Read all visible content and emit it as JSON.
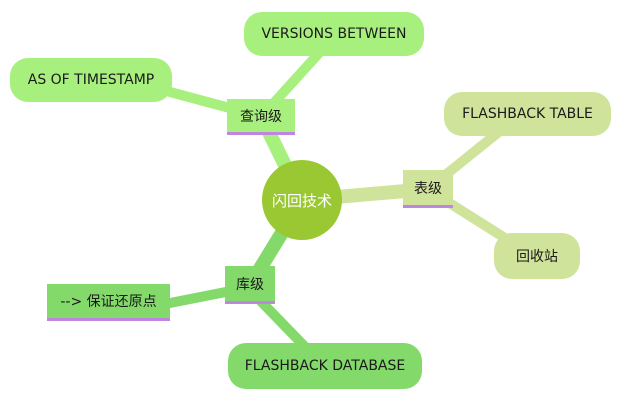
{
  "colors": {
    "center": "#9ac832",
    "query_branch": "#a8f07e",
    "table_branch": "#cfe39a",
    "db_branch": "#84d96b",
    "underline": "#c085e0"
  },
  "mindmap": {
    "root": {
      "label": "闪回技术"
    },
    "query": {
      "label": "查询级",
      "children": [
        "VERSIONS BETWEEN",
        "AS OF TIMESTAMP"
      ]
    },
    "table": {
      "label": "表级",
      "children": [
        "FLASHBACK TABLE",
        "回收站"
      ]
    },
    "database": {
      "label": "库级",
      "children": [
        "--> 保证还原点",
        "FLASHBACK DATABASE"
      ]
    }
  }
}
